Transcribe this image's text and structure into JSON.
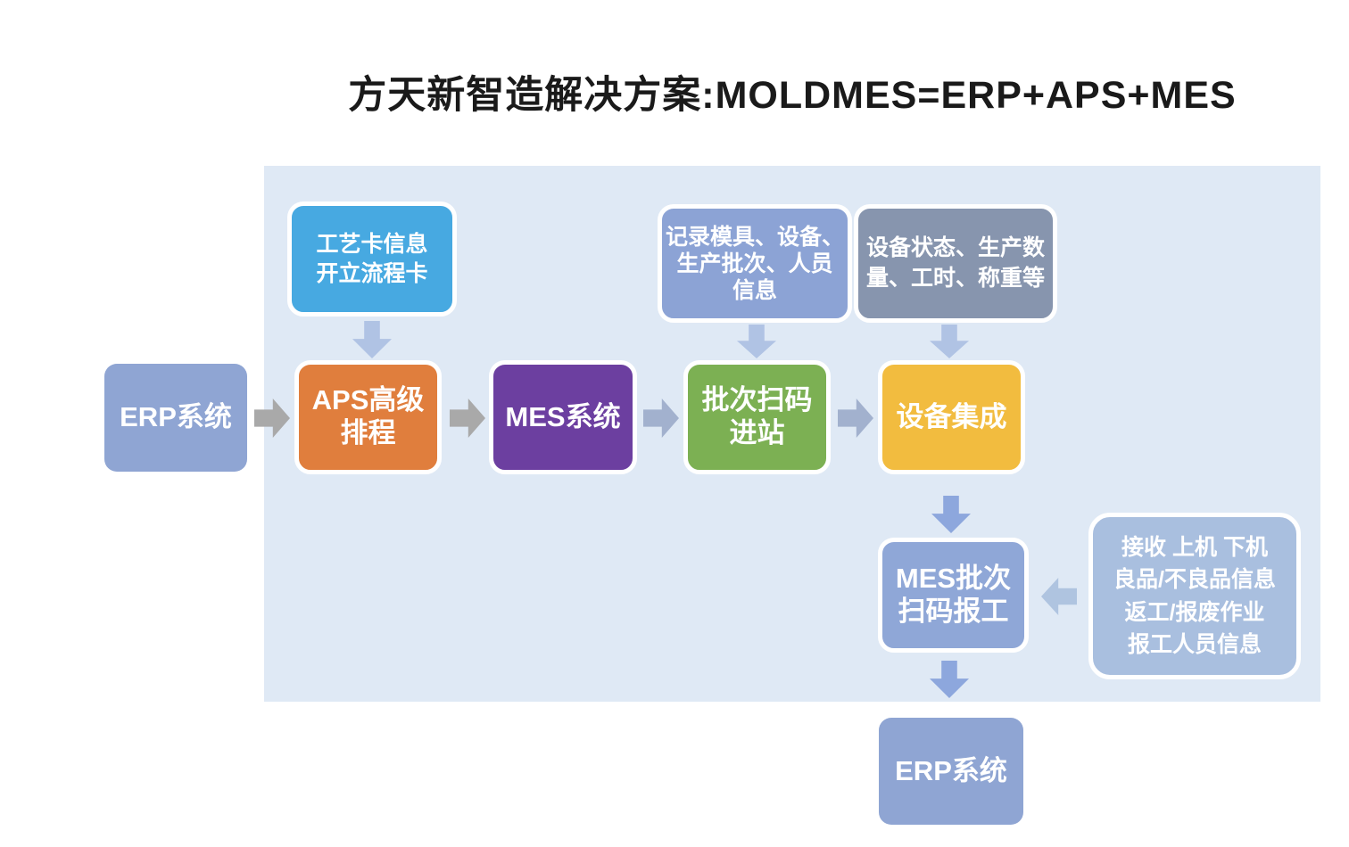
{
  "title": "方天新智造解决方案:MOLDMES=ERP+APS+MES",
  "colors": {
    "title_text": "#1a1a1a",
    "panel_bg": "#DFE9F5",
    "box_text": "#FFFFFF"
  },
  "boxes": {
    "erp_source": {
      "color": "#8FA5D3",
      "lines": [
        "ERP系统"
      ]
    },
    "process_card": {
      "color": "#47A9E1",
      "lines": [
        "工艺卡信息",
        "开立流程卡"
      ]
    },
    "aps": {
      "color": "#E07E3D",
      "lines": [
        "APS高级",
        "排程"
      ]
    },
    "mes": {
      "color": "#6C3FA0",
      "lines": [
        "MES系统"
      ]
    },
    "batch_scan": {
      "color": "#7CB053",
      "lines": [
        "批次扫码",
        "进站"
      ]
    },
    "device_integration": {
      "color": "#F2BC3F",
      "lines": [
        "设备集成"
      ]
    },
    "record_info": {
      "color": "#8CA3D5",
      "lines": [
        "记录模具、设备、",
        "生产批次、人员",
        "信息"
      ]
    },
    "device_status": {
      "color": "#8795AE",
      "lines": [
        "设备状态、生产数",
        "量、工时、称重等"
      ]
    },
    "mes_report": {
      "color": "#8FA7D7",
      "lines": [
        "MES批次",
        "扫码报工"
      ]
    },
    "receive_info": {
      "color": "#A9BFDF",
      "lines": [
        "接收 上机 下机",
        "良品/不良品信息",
        "返工/报废作业",
        "报工人员信息"
      ]
    },
    "erp_target": {
      "color": "#8FA5D3",
      "lines": [
        "ERP系统"
      ]
    }
  },
  "arrows": {
    "erp_to_aps": {
      "direction": "right",
      "color": "#A9A9A9"
    },
    "aps_to_mes": {
      "direction": "right",
      "color": "#A9A9A9"
    },
    "mes_to_batch_scan": {
      "direction": "right",
      "color": "#A2B1CE"
    },
    "batch_scan_to_device": {
      "direction": "right",
      "color": "#A2B1CE"
    },
    "process_card_to_aps": {
      "direction": "down",
      "color": "#B0C3E4"
    },
    "record_info_to_batch_scan": {
      "direction": "down",
      "color": "#B0C3E4"
    },
    "device_status_to_device_integration": {
      "direction": "down",
      "color": "#B0C3E4"
    },
    "device_integration_to_mes_report": {
      "direction": "down",
      "color": "#8DA7DD"
    },
    "receive_info_to_mes_report": {
      "direction": "left",
      "color": "#AFC4E0"
    },
    "mes_report_to_erp": {
      "direction": "down",
      "color": "#8DA7DD"
    }
  }
}
